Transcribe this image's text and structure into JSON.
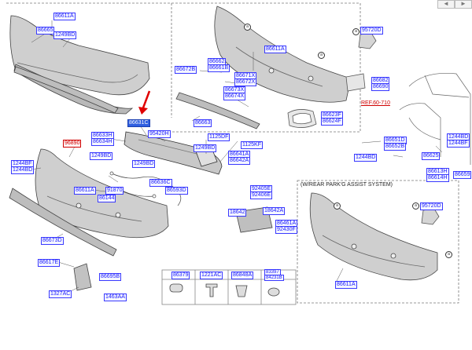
{
  "nav": {
    "prev": "◄",
    "next": "►"
  },
  "section_rear_park_assist": "(W/REAR PARK'G ASSIST SYSTEM)",
  "callout": "a",
  "labels": {
    "p86611A_top": "86611A",
    "p86665_top": "86665",
    "p1249BD_top": "1249BD",
    "p86611A_mid": "86611A",
    "p95720D_mid": "95720D",
    "p86662": "86662",
    "p86661B": "86661B",
    "p86672B": "86672B",
    "p86671X": "86671X",
    "p86672X": "86672X",
    "p86673X": "86673X",
    "p86674X": "86674X",
    "p86663": "86663",
    "p86682": "86682",
    "p86690": "86690",
    "p86623F": "86623F",
    "p86624F": "86624F",
    "ref": "REF.60-710",
    "p86631C": "86631C",
    "p86633H": "86633H",
    "p86634H": "86634H",
    "p96890": "96890",
    "p95420H": "95420H",
    "p1249BD_a": "1249BD",
    "p1125DF": "1125DF",
    "p1125KF": "1125KF",
    "p86651D": "86651D",
    "p86652B": "86652B",
    "p1244BD_r": "1244BD",
    "p1244BF_r": "1244BF",
    "p1244BF_l": "1244BF",
    "p1244BD_l": "1244BD",
    "p1249BD_b": "1249BD",
    "p1249BD_c": "1249BD",
    "p86641A": "86641A",
    "p86642A": "86642A",
    "p86625": "86625",
    "p1244BD_c": "1244BD",
    "p86613H": "86613H",
    "p86614H": "86614H",
    "p86659": "86659",
    "p86636C": "86636C",
    "p86611A_low": "86611A",
    "p91870": "91870",
    "p86593D": "86593D",
    "p86144": "86144",
    "p92405E": "92405E",
    "p92406E": "92406E",
    "p18642_a": "18642",
    "p18642A": "18642A",
    "p86461A": "86461A",
    "p92430F": "92430F",
    "p86673D": "86673D",
    "p86617E": "86617E",
    "p86695B": "86695B",
    "p1327AC": "1327AC",
    "p1463AA": "1463AA",
    "p95720D_low": "95720D",
    "p86611A_rl": "86611A",
    "p86379": "86379",
    "p1221AC": "1221AC",
    "p86848A": "86848A",
    "p83397": "83397",
    "p84231B": "84231B"
  }
}
